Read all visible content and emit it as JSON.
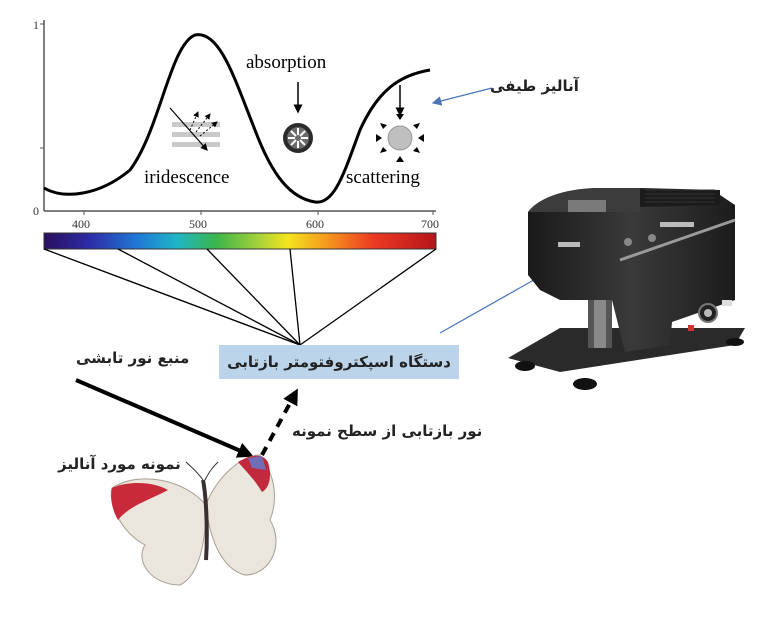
{
  "graph": {
    "y_ticks": [
      "1",
      "0"
    ],
    "x_ticks": [
      "400",
      "500",
      "600",
      "700"
    ]
  },
  "annotations": {
    "absorption": "absorption",
    "iridescence": "iridescence",
    "scattering": "scattering"
  },
  "labels": {
    "spectral_analysis": "آنالیز طیفی",
    "spectrophotometer": "دستگاه اسپکتروفتومتر بازتابی",
    "light_source": "منبع نور تابشی",
    "reflected_light": "نور بازتابی از سطح نمونه",
    "sample": "نمونه مورد آنالیز"
  },
  "colors": {
    "spectrophotometer_box": "#bcd4ea",
    "pointer_arrows": "#4a76b8",
    "curve": "#000000"
  },
  "icons": [
    "iridescence-icon",
    "absorption-icon",
    "scattering-icon",
    "butterfly-image",
    "spectrophotometer-device-image"
  ]
}
